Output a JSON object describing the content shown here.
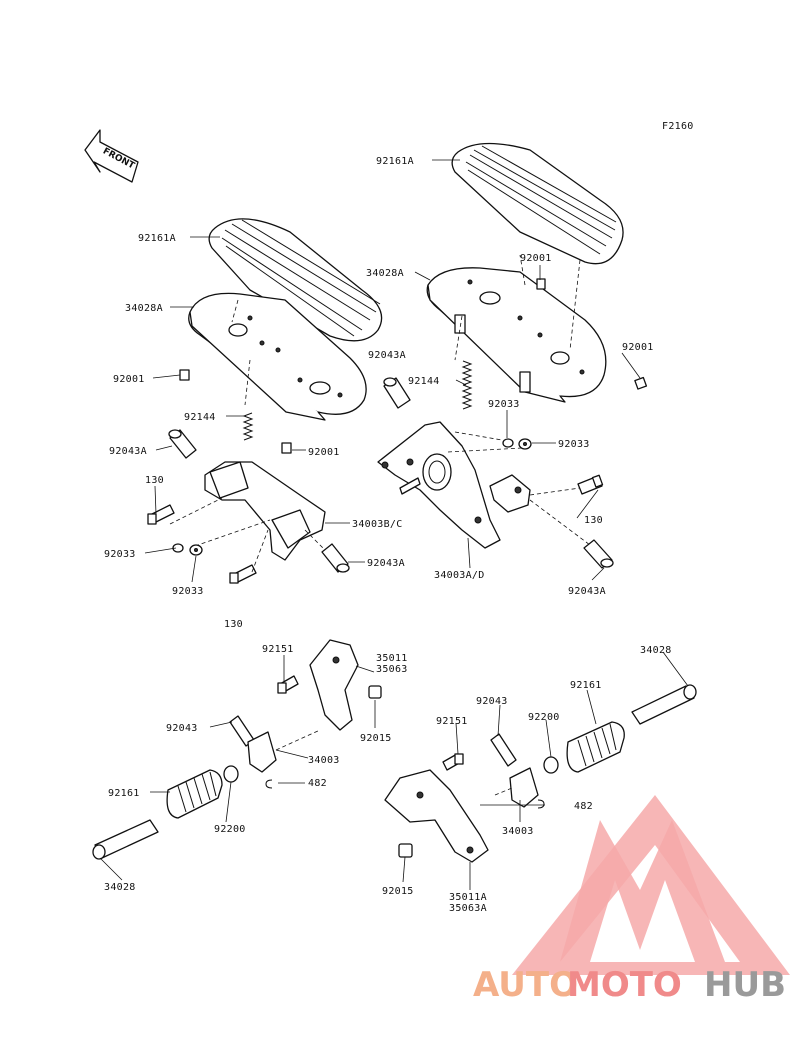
{
  "figure_code": "F2160",
  "front_arrow_text": "FRONT",
  "watermark": {
    "auto": "AUTO",
    "moto": "MOTO",
    "hub": "HUB"
  },
  "labels": {
    "l_92161A_r": "92161A",
    "l_92161A_l": "92161A",
    "l_34028A_l": "34028A",
    "l_34028A_r": "34028A",
    "l_92001_ru": "92001",
    "l_92001_rr": "92001",
    "l_92001_l": "92001",
    "l_92043A_m": "92043A",
    "l_92144_r": "92144",
    "l_92033_r1": "92033",
    "l_92033_r2": "92033",
    "l_92144_l": "92144",
    "l_92001_lm": "92001",
    "l_92043A_l": "92043A",
    "l_130_a": "130",
    "l_34003BC": "34003B/C",
    "l_130_r": "130",
    "l_92033_la": "92033",
    "l_92043A_c": "92043A",
    "l_34003AD": "34003A/D",
    "l_92033_lb": "92033",
    "l_92043A_r": "92043A",
    "l_130_b": "130",
    "l_92151_u": "92151",
    "l_35011": "35011",
    "l_35063": "35063",
    "l_34028_r": "34028",
    "l_92161_r": "92161",
    "l_92043_m": "92043",
    "l_92015_u": "92015",
    "l_92043_l": "92043",
    "l_34003_u": "34003",
    "l_92151_l": "92151",
    "l_92200_r": "92200",
    "l_482_u": "482",
    "l_92161_l": "92161",
    "l_482_l": "482",
    "l_34003_l": "34003",
    "l_92200_l": "92200",
    "l_34028_l": "34028",
    "l_92015_l": "92015",
    "l_35011A": "35011A",
    "l_35063A": "35063A"
  }
}
